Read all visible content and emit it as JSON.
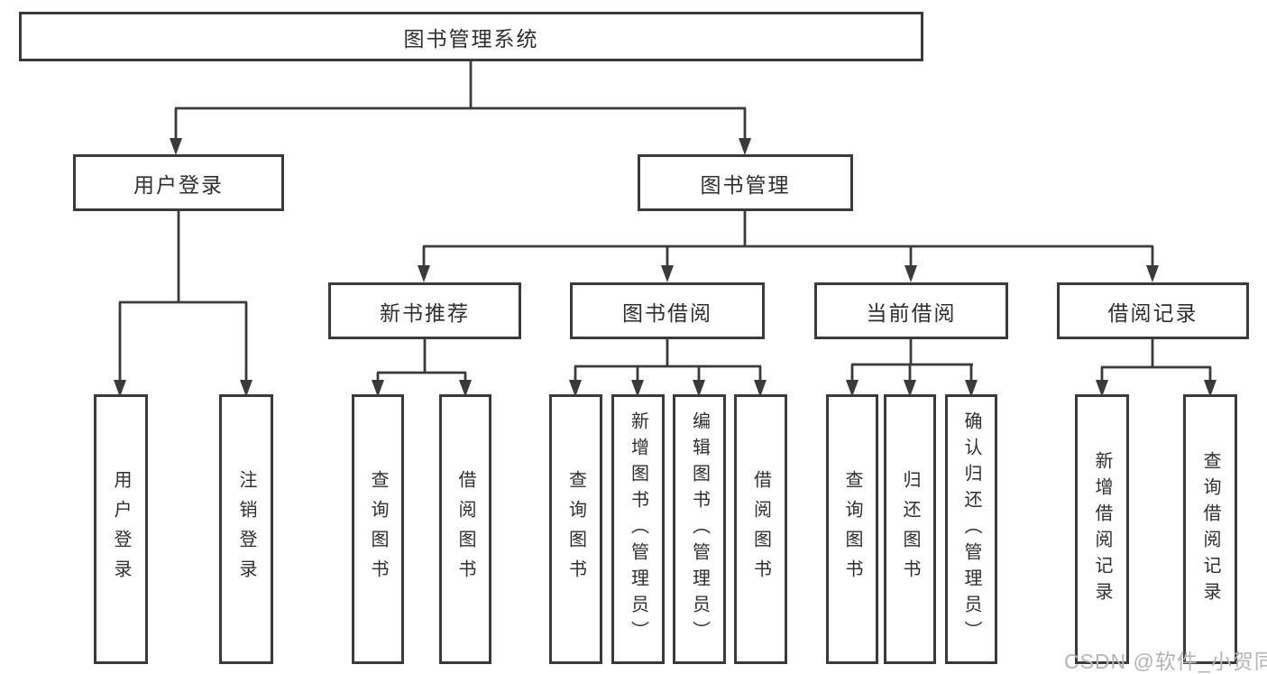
{
  "tree": {
    "label": "图书管理系统",
    "children": [
      {
        "label": "用户登录",
        "children": [
          {
            "label": "用户登录"
          },
          {
            "label": "注销登录"
          }
        ]
      },
      {
        "label": "图书管理",
        "children": [
          {
            "label": "新书推荐",
            "children": [
              {
                "label": "查询图书"
              },
              {
                "label": "借阅图书"
              }
            ]
          },
          {
            "label": "图书借阅",
            "children": [
              {
                "label": "查询图书"
              },
              {
                "label": "新增图书（管理员）"
              },
              {
                "label": "编辑图书（管理员）"
              },
              {
                "label": "借阅图书"
              }
            ]
          },
          {
            "label": "当前借阅",
            "children": [
              {
                "label": "查询图书"
              },
              {
                "label": "归还图书"
              },
              {
                "label": "确认归还（管理员）"
              }
            ]
          },
          {
            "label": "借阅记录",
            "children": [
              {
                "label": "新增借阅记录"
              },
              {
                "label": "查询借阅记录"
              }
            ]
          }
        ]
      }
    ]
  },
  "watermark": "CSDN @软件_小贺同学",
  "colors": {
    "line": "#3a3a3a",
    "box_border": "#3a3a3a",
    "text": "#2f2f2f",
    "watermark": "#b5b5b5",
    "background": "#ffffff"
  }
}
